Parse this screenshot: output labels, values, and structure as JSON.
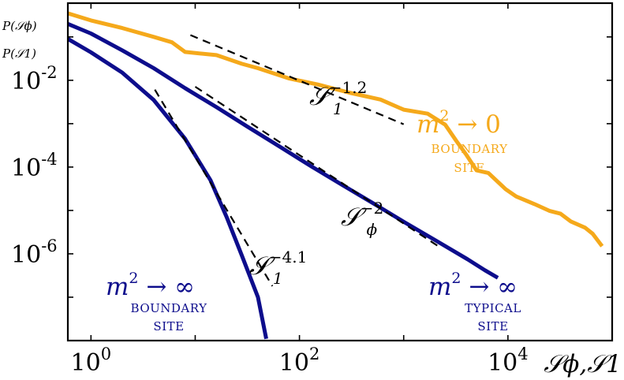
{
  "chart_data": {
    "type": "line",
    "x_scale": "log",
    "y_scale": "log",
    "xlim": [
      0.6,
      100000.0
    ],
    "ylim": [
      1e-08,
      0.6
    ],
    "xlabel": "𝒮ϕ,𝒮1",
    "ylabel": [
      "P(𝒮ϕ)",
      "P(𝒮1)"
    ],
    "xticks": [
      {
        "value": 1,
        "label": "10",
        "exp": "0"
      },
      {
        "value": 100,
        "label": "10",
        "exp": "2"
      },
      {
        "value": 10000,
        "label": "10",
        "exp": "4"
      }
    ],
    "yticks": [
      {
        "value": 0.01,
        "label": "10",
        "exp": "-2"
      },
      {
        "value": 0.0001,
        "label": "10",
        "exp": "-4"
      },
      {
        "value": 1e-06,
        "label": "10",
        "exp": "-6"
      }
    ],
    "grid": false,
    "colors": {
      "orange": "#f5a91b",
      "navy": "#0d0d8c",
      "dashed": "#000000"
    },
    "series": [
      {
        "key": "orange",
        "color": "#f5a91b",
        "style": "solid",
        "points": [
          [
            0.6,
            0.35
          ],
          [
            1,
            0.24
          ],
          [
            2,
            0.16
          ],
          [
            4,
            0.1
          ],
          [
            6,
            0.075
          ],
          [
            8,
            0.045
          ],
          [
            16,
            0.038
          ],
          [
            28,
            0.024
          ],
          [
            40,
            0.019
          ],
          [
            80,
            0.011
          ],
          [
            150,
            0.008
          ],
          [
            300,
            0.0052
          ],
          [
            600,
            0.0036
          ],
          [
            1000,
            0.0021
          ],
          [
            1700,
            0.0017
          ],
          [
            2500,
            0.00095
          ],
          [
            3200,
            0.0004
          ],
          [
            4000,
            0.00019
          ],
          [
            5000,
            8.4e-05
          ],
          [
            6500,
            7.3e-05
          ],
          [
            9500,
            3.1e-05
          ],
          [
            12000,
            2.1e-05
          ],
          [
            18000,
            1.4e-05
          ],
          [
            25000,
            9.8e-06
          ],
          [
            32000,
            8.4e-06
          ],
          [
            40000,
            5.6e-06
          ],
          [
            55000,
            4e-06
          ],
          [
            65000,
            2.9e-06
          ],
          [
            80000,
            1.5e-06
          ]
        ]
      },
      {
        "key": "navy-typical",
        "color": "#0d0d8c",
        "style": "solid",
        "points": [
          [
            0.6,
            0.2
          ],
          [
            1,
            0.12
          ],
          [
            2,
            0.049
          ],
          [
            4,
            0.019
          ],
          [
            8,
            0.0066
          ],
          [
            16,
            0.0024
          ],
          [
            32,
            0.00084
          ],
          [
            64,
            0.0003
          ],
          [
            128,
            0.000106
          ],
          [
            256,
            3.9e-05
          ],
          [
            512,
            1.45e-05
          ],
          [
            1024,
            5.3e-06
          ],
          [
            2048,
            2e-06
          ],
          [
            4096,
            7.5e-07
          ],
          [
            6000,
            4.2e-07
          ],
          [
            8000,
            2.8e-07
          ]
        ]
      },
      {
        "key": "navy-boundary",
        "color": "#0d0d8c",
        "style": "solid",
        "points": [
          [
            0.6,
            0.09
          ],
          [
            1,
            0.044
          ],
          [
            2,
            0.015
          ],
          [
            4,
            0.0035
          ],
          [
            8,
            0.00045
          ],
          [
            14,
            5e-05
          ],
          [
            20,
            7.1e-06
          ],
          [
            28,
            9.2e-07
          ],
          [
            40,
            1e-07
          ],
          [
            48,
            1.1e-08
          ]
        ]
      },
      {
        "key": "dash-s1-1.2",
        "color": "#000000",
        "style": "dashed",
        "points": [
          [
            9,
            0.11
          ],
          [
            1000,
            0.00097
          ]
        ]
      },
      {
        "key": "dash-sphi-2",
        "color": "#000000",
        "style": "dashed",
        "points": [
          [
            10,
            0.0071
          ],
          [
            2100,
            1.55e-06
          ]
        ]
      },
      {
        "key": "dash-s1-4.1",
        "color": "#000000",
        "style": "dashed",
        "points": [
          [
            4.1,
            0.0061
          ],
          [
            55,
            1.8e-07
          ]
        ]
      }
    ],
    "annotations": [
      {
        "key": "a1",
        "main": "𝒮",
        "sub": "1",
        "sup": "−1.2"
      },
      {
        "key": "a2",
        "main": "m",
        "sup": "2",
        "tail": " → 0"
      },
      {
        "key": "a3",
        "line1": "BOUNDARY",
        "line2": "SITE"
      },
      {
        "key": "a4",
        "main": "𝒮",
        "sub": "ϕ",
        "sup": "−2"
      },
      {
        "key": "a5",
        "main": "𝒮",
        "sub": "1",
        "sup": "−4.1"
      },
      {
        "key": "a6",
        "main": "m",
        "sup": "2",
        "tail": " → ∞"
      },
      {
        "key": "a7",
        "line1": "BOUNDARY",
        "line2": "SITE"
      },
      {
        "key": "a8",
        "main": "m",
        "sup": "2",
        "tail": " → ∞"
      },
      {
        "key": "a9",
        "line1": "TYPICAL",
        "line2": "SITE"
      }
    ]
  }
}
